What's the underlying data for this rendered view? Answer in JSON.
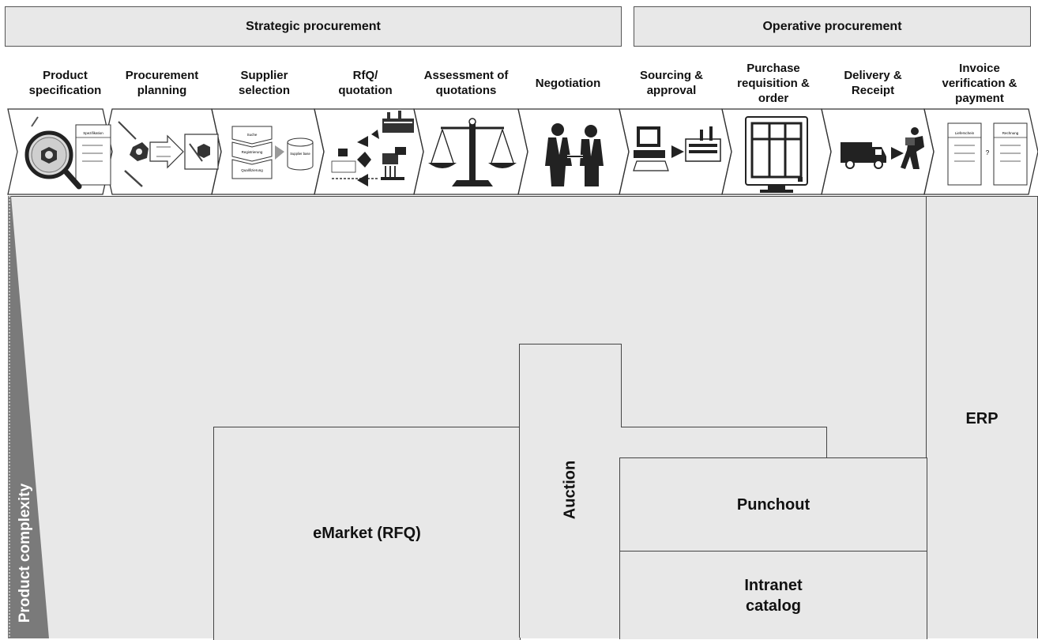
{
  "phases": {
    "strategic": "Strategic procurement",
    "operative": "Operative procurement"
  },
  "steps": [
    {
      "label": "Product\nspecification",
      "icon": "magnifier-spec-sheet-icon"
    },
    {
      "label": "Procurement\nplanning",
      "icon": "planning-tools-icon"
    },
    {
      "label": "Supplier\nselection",
      "icon": "supplier-selection-flow-icon"
    },
    {
      "label": "RfQ/\nquotation",
      "icon": "rfq-arrows-icon"
    },
    {
      "label": "Assessment of\nquotations",
      "icon": "balance-scale-icon"
    },
    {
      "label": "Negotiation",
      "icon": "handshake-icon"
    },
    {
      "label": "Sourcing &\napproval",
      "icon": "computer-factory-icon"
    },
    {
      "label": "Purchase\nrequisition &\norder",
      "icon": "monitor-form-icon"
    },
    {
      "label": "Delivery &\nReceipt",
      "icon": "delivery-truck-icon"
    },
    {
      "label": "Invoice\nverification &\npayment",
      "icon": "invoice-documents-icon"
    }
  ],
  "icon_text": {
    "spec_sheet": "Spezifikation",
    "supplier_flow": [
      "Suche",
      "Registrierung",
      "Qualifizierung"
    ],
    "supplier_base": "Supplier base",
    "invoice_left": "Lieferschein",
    "invoice_right": "Rechnung"
  },
  "regions": {
    "erp": "ERP",
    "emarket": "eMarket (RFQ)",
    "auction": "Auction",
    "punchout": "Punchout",
    "intranet": "Intranet\ncatalog"
  },
  "axis_label": "Product complexity"
}
